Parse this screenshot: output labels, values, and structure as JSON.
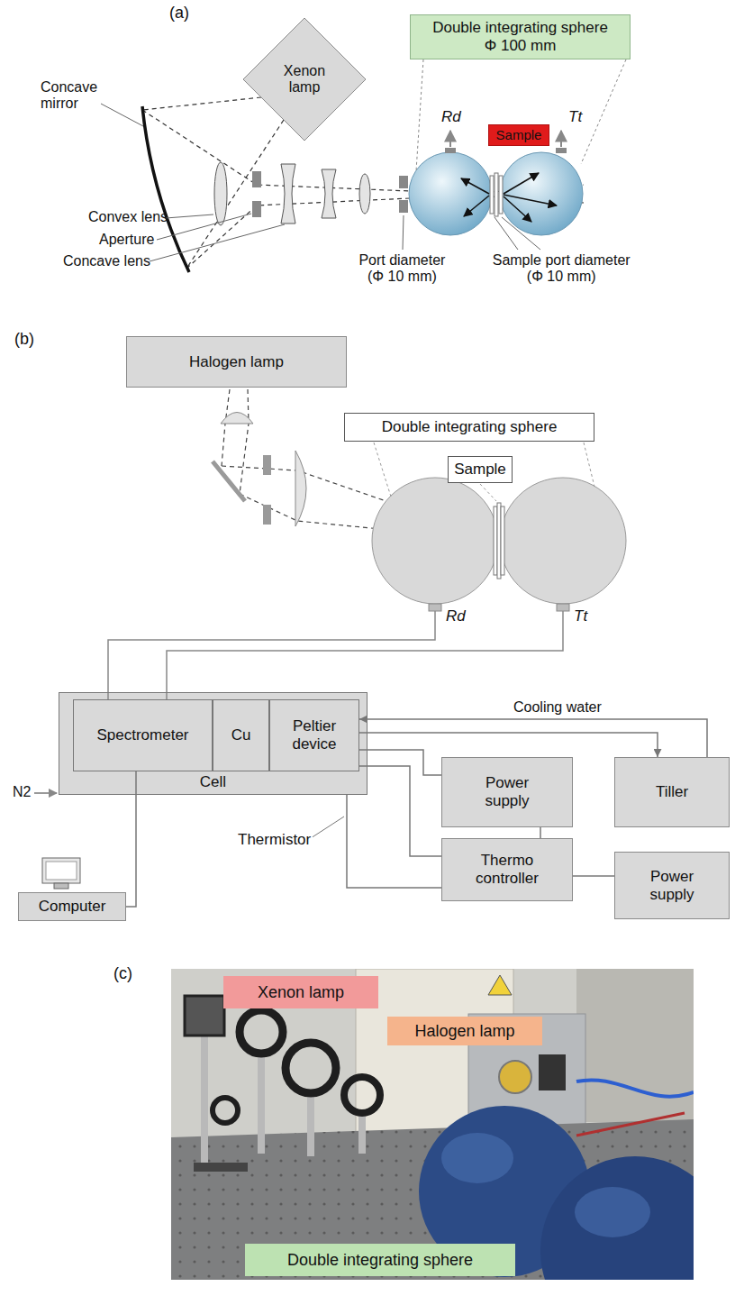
{
  "diagram": {
    "nodes": [
      {
        "text": [
          "Xenon lamp"
        ]
      },
      {
        "text": [
          "Double integrating sphere",
          "Φ 100 mm"
        ]
      },
      {
        "text": [
          "Sample"
        ]
      },
      {
        "text": [
          "Halogen lamp"
        ]
      },
      {
        "text": [
          "Double integrating sphere"
        ]
      },
      {
        "text": [
          "Sample"
        ]
      },
      {
        "text": [
          "Cell"
        ]
      },
      {
        "text": [
          "Spectrometer"
        ],
        "in": 6
      },
      {
        "text": [
          "Cu"
        ],
        "in": 6
      },
      {
        "text": [
          "Peltier device"
        ],
        "in": 6
      },
      {
        "text": [
          "Power supply"
        ]
      },
      {
        "text": [
          "Tiller"
        ]
      },
      {
        "text": [
          "Thermo controller"
        ]
      },
      {
        "text": [
          "Power supply"
        ]
      },
      {
        "text": [
          "Computer"
        ]
      },
      {
        "text": [
          "Xenon lamp"
        ]
      },
      {
        "text": [
          "Halogen lamp"
        ]
      },
      {
        "text": [
          "Double integrating sphere"
        ]
      }
    ],
    "edges": [
      {
        "from": 7,
        "to": 14,
        "arrow": "none"
      },
      {
        "from": 11,
        "to": 9,
        "arrow": "to",
        "label": "Cooling water"
      },
      {
        "from": 9,
        "to": 11,
        "arrow": "to"
      },
      {
        "from": 9,
        "to": 10,
        "arrow": "none"
      },
      {
        "from": 9,
        "to": 12,
        "arrow": "none"
      },
      {
        "from": 6,
        "to": 12,
        "arrow": "none",
        "label": "Thermistor"
      },
      {
        "from": 10,
        "to": 12,
        "arrow": "none"
      },
      {
        "from": 12,
        "to": 13,
        "arrow": "none"
      }
    ],
    "labels": [
      "(a)",
      "Concave mirror",
      "Convex lens",
      "Aperture",
      "Concave lens",
      "Port diameter (Φ 10 mm)",
      "Sample port diameter (Φ 10 mm)",
      "Rd",
      "Tt",
      "(b)",
      "Rd",
      "Tt",
      "N2",
      "(c)"
    ]
  }
}
